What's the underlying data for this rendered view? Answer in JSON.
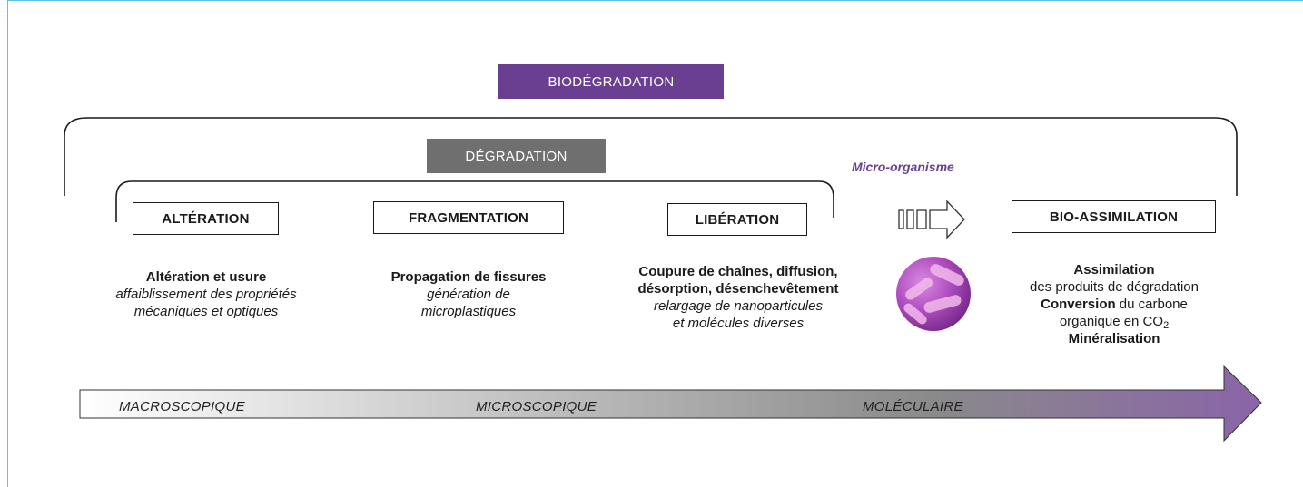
{
  "top_bar": {
    "label": "BIODÉGRADATION",
    "color": "#6a3f92"
  },
  "mid_bar": {
    "label": "DÉGRADATION",
    "color": "#6f6f6f"
  },
  "stages": [
    {
      "label": "ALTÉRATION"
    },
    {
      "label": "FRAGMENTATION"
    },
    {
      "label": "LIBÉRATION"
    },
    {
      "label": "BIO-ASSIMILATION"
    }
  ],
  "descriptions": {
    "alteration": {
      "title": "Altération et usure",
      "line1": "affaiblissement des propriétés",
      "line2": "mécaniques et optiques"
    },
    "fragmentation": {
      "title": "Propagation de fissures",
      "line1": "génération de",
      "line2": "microplastiques"
    },
    "liberation": {
      "title1": "Coupure de chaînes, diffusion,",
      "title2": "désorption, désenchevêtement",
      "line1": "relargage de nanoparticules",
      "line2": "et molécules diverses"
    },
    "bioassimilation": {
      "title": "Assimilation",
      "line1": "des produits de dégradation",
      "conversion_bold": "Conversion",
      "conversion_rest": " du carbone",
      "line3_prefix": "organique en CO",
      "line3_sub": "2",
      "last": "Minéralisation"
    }
  },
  "microorganism": {
    "label": "Micro-organisme",
    "icon": "bacteria-icon",
    "color": "#6a3f92"
  },
  "scale_arrow": {
    "labels": [
      "MACROSCOPIQUE",
      "MICROSCOPIQUE",
      "MOLÉCULAIRE"
    ],
    "gradient_start": "#ffffff",
    "gradient_end": "#8a64a8"
  },
  "frame_color": "#5fc3e6"
}
